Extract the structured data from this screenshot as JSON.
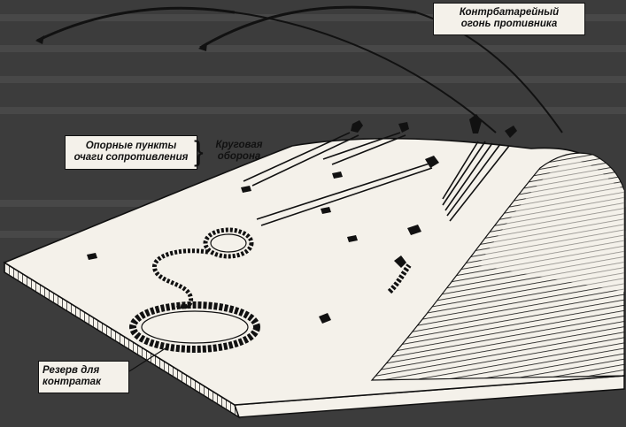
{
  "labels": {
    "counter_battery": [
      "Контрбатарейный",
      "огонь противника"
    ],
    "strongpoints": [
      "Опорные пункты",
      "очаги сопротивления"
    ],
    "circular_defense": [
      "Круговая",
      "оборона"
    ],
    "reserve": [
      "Резерв для",
      "контратак"
    ]
  },
  "colors": {
    "background": "#3c3c3c",
    "terrain": "#f4f1ea",
    "ink": "#111111"
  }
}
